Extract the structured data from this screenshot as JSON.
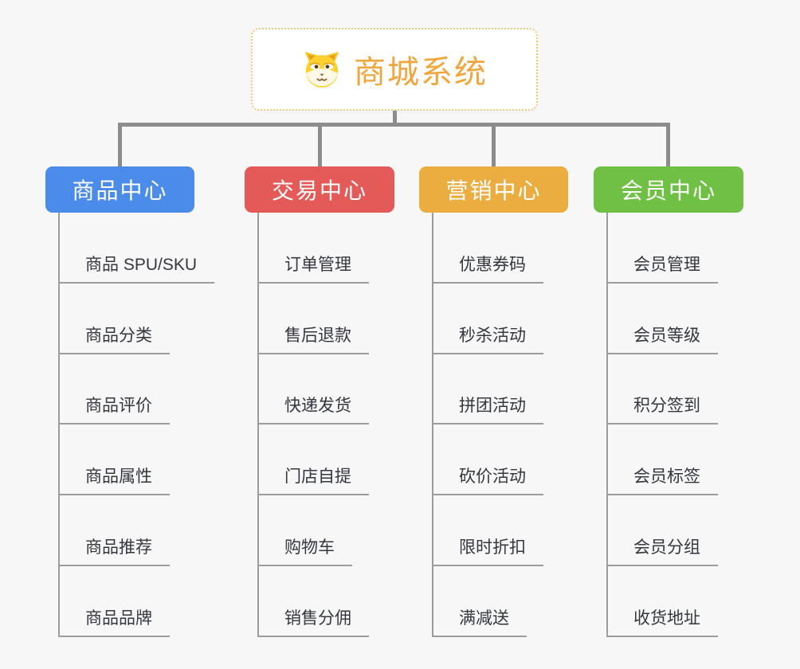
{
  "diagram": {
    "root": {
      "title": "商城系统",
      "icon": "shiba-dog-icon"
    },
    "branches": [
      {
        "label": "商品中心",
        "color": "#4B8CEB",
        "items": [
          "商品 SPU/SKU",
          "商品分类",
          "商品评价",
          "商品属性",
          "商品推荐",
          "商品品牌"
        ]
      },
      {
        "label": "交易中心",
        "color": "#E45A58",
        "items": [
          "订单管理",
          "售后退款",
          "快递发货",
          "门店自提",
          "购物车",
          "销售分佣"
        ]
      },
      {
        "label": "营销中心",
        "color": "#ECAD40",
        "items": [
          "优惠券码",
          "秒杀活动",
          "拼团活动",
          "砍价活动",
          "限时折扣",
          "满减送"
        ]
      },
      {
        "label": "会员中心",
        "color": "#6FC044",
        "items": [
          "会员管理",
          "会员等级",
          "积分签到",
          "会员标签",
          "会员分组",
          "收货地址"
        ]
      }
    ],
    "colors": {
      "root_title": "#F0A63C",
      "root_border": "#F3C87C",
      "connector": "#8C8C8C",
      "leaf_line": "#9C9C9C",
      "leaf_text": "#34373D",
      "background": "#F7F7F8"
    }
  }
}
